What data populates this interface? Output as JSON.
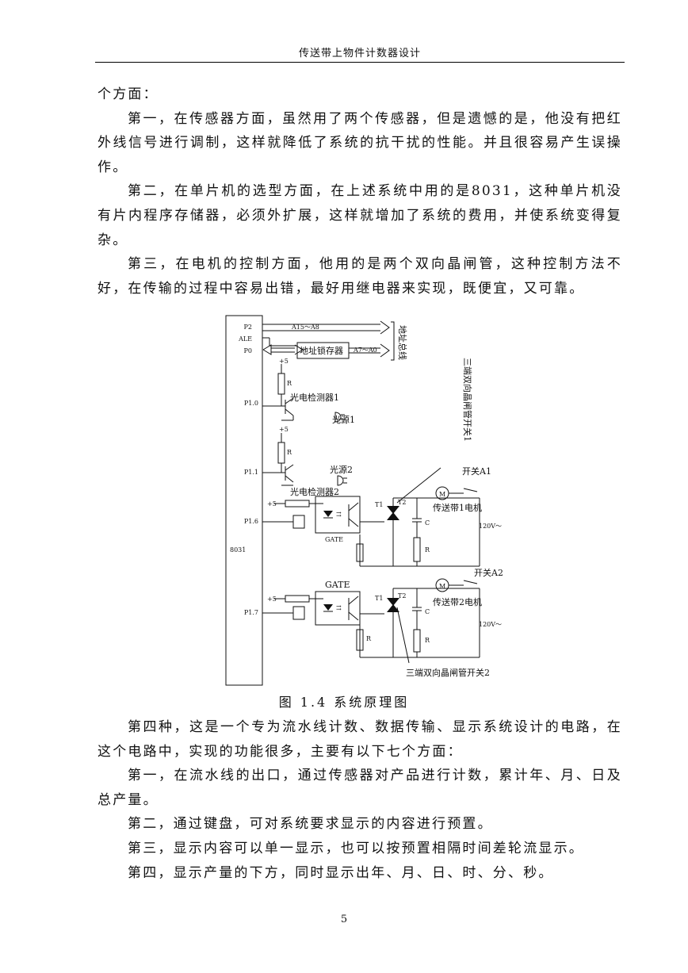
{
  "header": {
    "title": "传送带上物件计数器设计"
  },
  "paragraphs_top": [
    "个方面：",
    "第一，在传感器方面，虽然用了两个传感器，但是遗憾的是，他没有把红外线信号进行调制，这样就降低了系统的抗干扰的性能。并且很容易产生误操作。",
    "第二，在单片机的选型方面，在上述系统中用的是8031，这种单片机没有片内程序存储器，必须外扩展，这样就增加了系统的费用，并使系统变得复杂。",
    "第三，在电机的控制方面，他用的是两个双向晶闸管，这种控制方法不好，在传输的过程中容易出错，最好用继电器来实现，既便宜，又可靠。"
  ],
  "figure": {
    "caption": "图 1.4  系统原理图",
    "labels": {
      "mcu": "8031",
      "p2": "P2",
      "ale": "ALE",
      "p0": "P0",
      "p10": "P1.0",
      "p11": "P1.1",
      "p16": "P1.6",
      "p17": "P1.7",
      "addr_high": "A15～A8",
      "addr_low": "A7～A0",
      "latch": "地址锁存器",
      "bus": "地址总线",
      "plus5": "+5",
      "r": "R",
      "c": "C",
      "detector1": "光电检测器1",
      "source1": "光源1",
      "detector2": "光电检测器2",
      "source2": "光源2",
      "gate": "GATE",
      "t1": "T1",
      "t2": "T2",
      "motor": "M",
      "belt1": "传送带1电机",
      "belt2": "传送带2电机",
      "switch_a1": "开关A1",
      "switch_a2": "开关A2",
      "ac": "120V～",
      "triac1": "三端双向晶闸管开关1",
      "triac2": "三端双向晶闸管开关2"
    }
  },
  "paragraphs_bottom": [
    "第四种，这是一个专为流水线计数、数据传输、显示系统设计的电路，在这个电路中，实现的功能很多，主要有以下七个方面：",
    "第一，在流水线的出口，通过传感器对产品进行计数，累计年、月、日及总产量。",
    "第二，通过键盘，可对系统要求显示的内容进行预置。",
    "第三，显示内容可以单一显示，也可以按预置相隔时间差轮流显示。",
    "第四，显示产量的下方，同时显示出年、月、日、时、分、秒。"
  ],
  "page_number": "5"
}
